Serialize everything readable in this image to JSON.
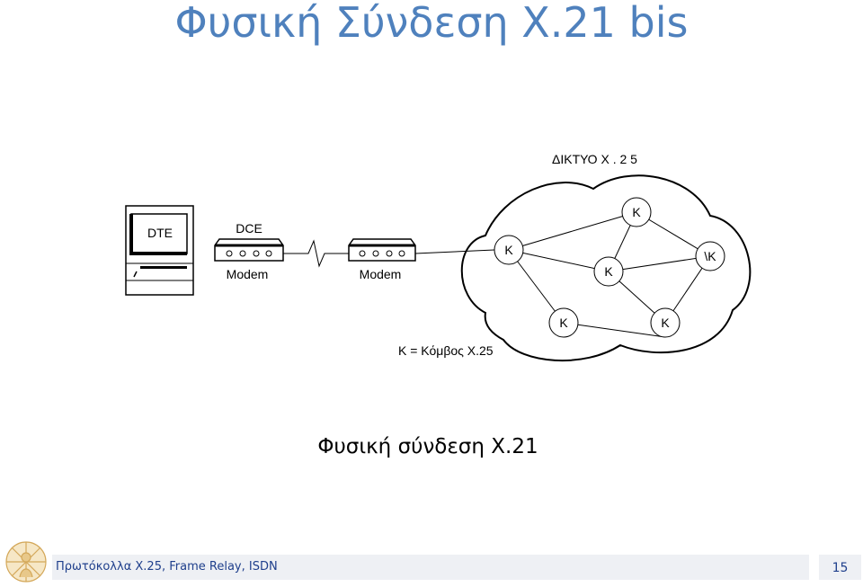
{
  "slide": {
    "title": "Φυσική Σύνδεση X.21 bis",
    "caption": "Φυσική σύνδεση X.21",
    "footer_text": "Πρωτόκολλα Χ.25, Frame Relay, ISDN",
    "page_number": "15"
  },
  "diagram": {
    "network_label": "ΔΙΚΤΥΟ  Χ . 2 5",
    "dte_label": "DTE",
    "dce_label": "DCE",
    "modem_left_label": "Modem",
    "modem_right_label": "Modem",
    "legend": "K = Κόμβος Χ.25",
    "nodes": {
      "k1": "K",
      "k2": "K",
      "k3": "K",
      "k4": "\\K",
      "k5": "K",
      "k6": "K"
    }
  },
  "colors": {
    "title": "#4f81bd",
    "footer_bg": "#eef0f4",
    "footer_text": "#1f3f8c"
  }
}
